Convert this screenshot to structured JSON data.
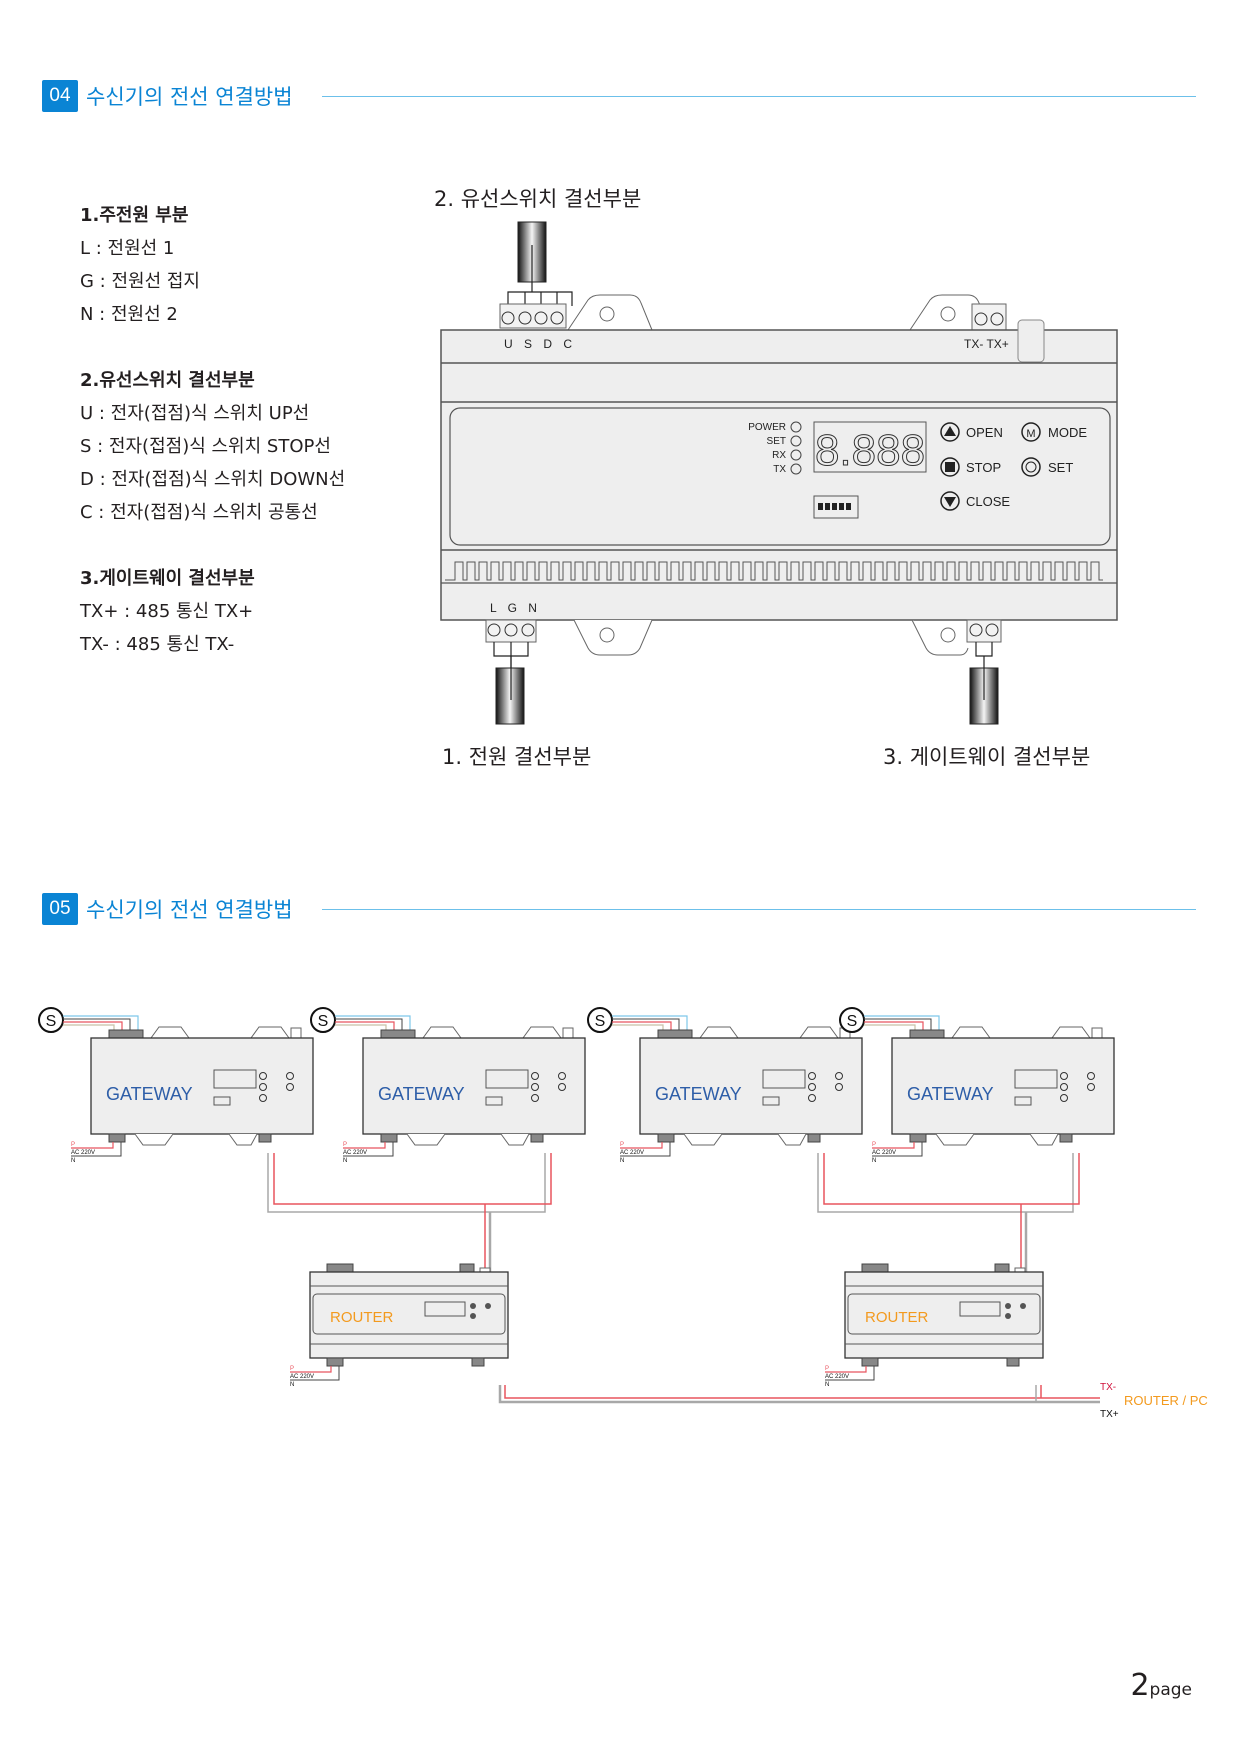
{
  "section04": {
    "number": "04",
    "title": "수신기의 전선 연결방법"
  },
  "section05": {
    "number": "05",
    "title": "수신기의 전선 연결방법"
  },
  "description": {
    "groups": [
      {
        "heading": "1.주전원 부분",
        "lines": [
          "L : 전원선 1",
          "G : 전원선 접지",
          "N : 전원선 2"
        ]
      },
      {
        "heading": "2.유선스위치 결선부분",
        "lines": [
          "U : 전자(접점)식 스위치 UP선",
          "S : 전자(접점)식 스위치 STOP선",
          "D : 전자(접점)식 스위치 DOWN선",
          "C : 전자(접점)식 스위치 공통선"
        ]
      },
      {
        "heading": "3.게이트웨이 결선부분",
        "lines": [
          "TX+ : 485 통신 TX+",
          "TX- : 485 통신 TX-"
        ]
      }
    ]
  },
  "device_diagram": {
    "label_switch": "2. 유선스위치 결선부분",
    "label_power": "1. 전원 결선부분",
    "label_gateway": "3. 게이트웨이 결선부분",
    "top_terminals": "U  S  D  C",
    "tx_terminals": "TX- TX+",
    "bottom_terminals": "L  G  N",
    "leds": [
      "POWER",
      "SET",
      "RX",
      "TX"
    ],
    "buttons": {
      "open": "OPEN",
      "stop": "STOP",
      "close": "CLOSE",
      "mode": "MODE",
      "set": "SET"
    },
    "mode_glyph": "M",
    "display_digits": "8.888"
  },
  "network_diagram": {
    "switch_glyph": "S",
    "gateway_label": "GATEWAY",
    "router_label": "ROUTER",
    "power_labels": {
      "p": "P",
      "ac": "AC 220V",
      "n": "N"
    },
    "tx_minus": "TX-",
    "tx_plus": "TX+",
    "endpoint": "ROUTER / PC",
    "colors": {
      "gateway": "#2e5ea8",
      "router": "#f39a1e",
      "wire_red": "#e8555f",
      "wire_gray": "#a8a8a8",
      "wire_blue": "#7ec8ea",
      "endpoint": "#f39a1e",
      "tx_minus": "#d0103a"
    }
  },
  "footer": {
    "page_number": "2",
    "page_suffix": "page"
  }
}
